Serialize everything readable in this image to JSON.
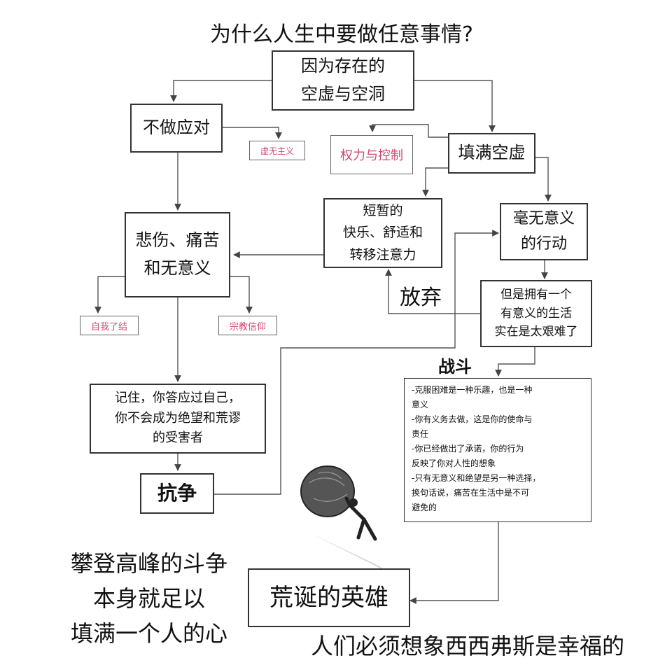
{
  "title": "为什么人生中要做任意事情?",
  "nodes": {
    "root": [
      "因为存在的",
      "空虚与空洞"
    ],
    "no_response": "不做应对",
    "nihilism": "虚无主义",
    "power_control": "权力与控制",
    "fill_void": "填满空虚",
    "short_pleasure": [
      "短暂的",
      "快乐、舒适和",
      "转移注意力"
    ],
    "meaningless_action": [
      "毫无意义",
      "的行动"
    ],
    "grief": [
      "悲伤、痛苦",
      "和无意义"
    ],
    "suicide": "自我了结",
    "religion": "宗教信仰",
    "hard_life": [
      "但是拥有一个",
      "有意义的生活",
      "实在是太艰难了"
    ],
    "give_up": "放弃",
    "fight": "战斗",
    "remember": [
      "记住，你答应过自己，",
      "你不会成为绝望和荒谬",
      "的受害者"
    ],
    "resist": "抗争",
    "fight_list": [
      "-克服困难是一种乐趣，也是一种",
      "意义",
      "-你有义务去做，这是你的使命与",
      "责任",
      "-你已经做出了承诺，你的行为",
      "反映了你对人性的想象",
      "-只有无意义和绝望是另一种选择，",
      "换句话说，痛苦在生活中是不可",
      "避免的"
    ],
    "absurd_hero": "荒诞的英雄",
    "quote_left": [
      "攀登高峰的斗争",
      "本身就足以",
      "填满一个人的心"
    ],
    "quote_bottom": "人们必须想象西西弗斯是幸福的"
  },
  "image": {
    "name": "sisyphus-boulder",
    "description_label": ""
  }
}
